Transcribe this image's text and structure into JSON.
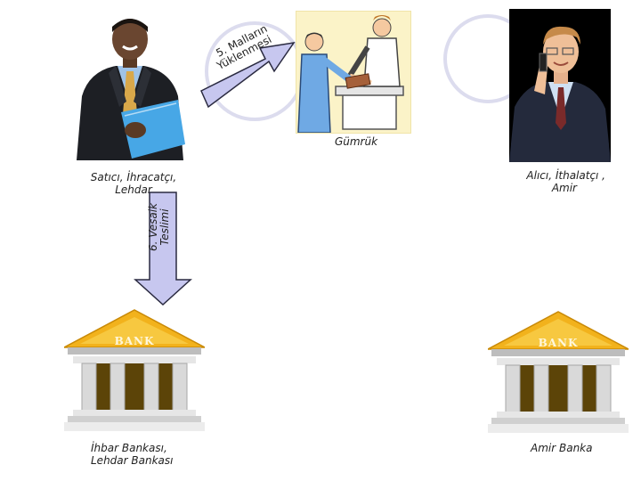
{
  "seller": {
    "label_line1": "Satıcı, İhracatçı,",
    "label_line2": "Lehdar"
  },
  "buyer": {
    "label_line1": "Alıcı, İthalatçı ,",
    "label_line2": "Amir"
  },
  "customs": {
    "label": "Gümrük"
  },
  "arrow_shipment": {
    "line1": "5. Malların",
    "line2": "Yüklenmesi"
  },
  "arrow_documents": {
    "line1": "6. Vesaik",
    "line2": "Teslimi"
  },
  "bank_left": {
    "sign": "BANK",
    "caption_line1": "İhbar Bankası,",
    "caption_line2": "Lehdar Bankası"
  },
  "bank_right": {
    "sign": "BANK",
    "caption": "Amir Banka"
  },
  "colors": {
    "arrow_fill": "#c7c7ef",
    "arrow_stroke": "#2a2a40",
    "bank_roof": "#f2b21c",
    "bank_dark": "#5c4408",
    "bank_column": "#d9d9d9",
    "customs_bg": "#fbf3c8"
  }
}
